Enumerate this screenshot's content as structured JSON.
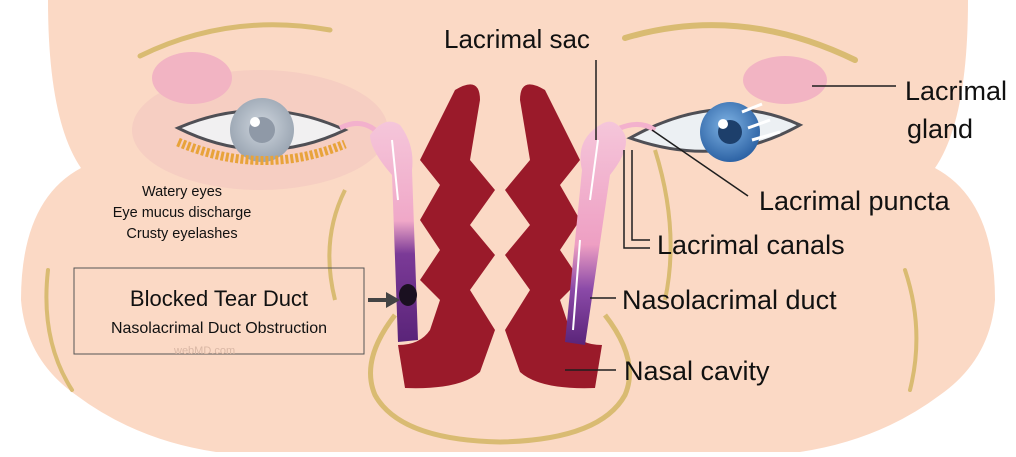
{
  "labels": {
    "lacrimal_sac": "Lacrimal sac",
    "lacrimal_gland_line1": "Lacrimal",
    "lacrimal_gland_line2": "gland",
    "lacrimal_puncta": "Lacrimal puncta",
    "lacrimal_canals": "Lacrimal canals",
    "nasolacrimal_duct": "Nasolacrimal duct",
    "nasal_cavity": "Nasal cavity"
  },
  "symptoms": [
    "Watery eyes",
    "Eye mucus discharge",
    "Crusty eyelashes"
  ],
  "blocked_box": {
    "title": "Blocked Tear Duct",
    "subtitle": "Nasolacrimal Duct Obstruction"
  },
  "watermark": "webMD.com",
  "colors": {
    "skin": "#fbd9c5",
    "contour": "#d9bb72",
    "duct_pink": "#f3b1cd",
    "duct_purple": "#6b2f8d",
    "nasal_red": "#9a1a2a",
    "iris_blue": "#3f77b3",
    "crust_orange": "#e8a33a"
  }
}
